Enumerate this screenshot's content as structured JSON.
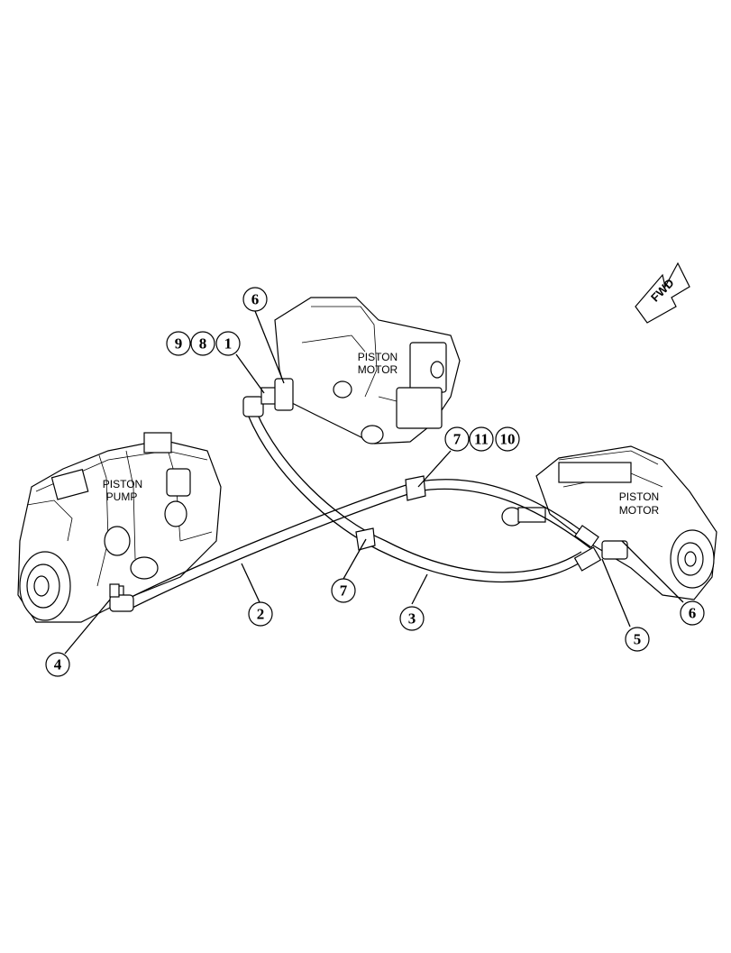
{
  "components": {
    "pump_label_line1": "PISTON",
    "pump_label_line2": "PUMP",
    "motor_upper_line1": "PISTON",
    "motor_upper_line2": "MOTOR",
    "motor_right_line1": "PISTON",
    "motor_right_line2": "MOTOR"
  },
  "direction_arrow": "FWD",
  "callouts": {
    "c_top_6": "6",
    "c_9": "9",
    "c_8": "8",
    "c_1": "1",
    "c_7a": "7",
    "c_11": "11",
    "c_10": "10",
    "c_2": "2",
    "c_7b": "7",
    "c_3": "3",
    "c_4": "4",
    "c_5": "5",
    "c_right_6": "6"
  }
}
